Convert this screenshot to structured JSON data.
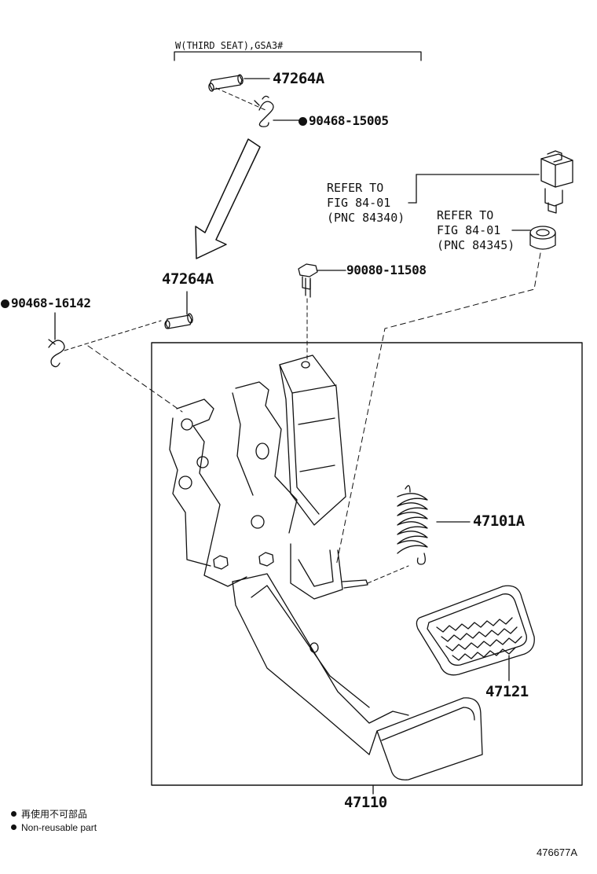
{
  "header": {
    "variant_label": "W(THIRD SEAT),GSA3#"
  },
  "parts": {
    "clevis_pin_top": "47264A",
    "clip_top": "90468-15005",
    "clevis_pin_side": "47264A",
    "clip_side": "90468-16142",
    "bolt": "90080-11508",
    "spring": "47101A",
    "pad": "47121",
    "pedal_assembly": "47110"
  },
  "references": {
    "switch": "REFER TO\nFIG 84-01\n(PNC 84340)",
    "cushion": "REFER TO\nFIG 84-01\n(PNC 84345)"
  },
  "legend": {
    "japanese": "再使用不可部品",
    "english": "Non-reusable part"
  },
  "figure_id": "476677A",
  "colors": {
    "ink": "#111111",
    "background": "#ffffff"
  },
  "icons": {
    "non_reusable_marker": "filled-circle"
  }
}
